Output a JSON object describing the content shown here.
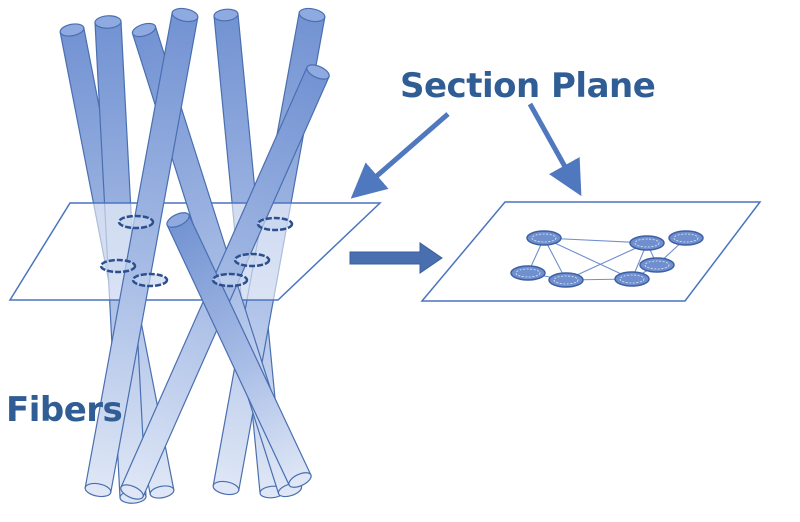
{
  "labels": {
    "section_plane": "Section Plane",
    "fibers": "Fibers"
  },
  "colors": {
    "fiber_light": "#dfe7f6",
    "fiber_mid": "#a8bde6",
    "fiber_dark": "#7292d2",
    "outline": "#4a6fb0",
    "arrow": "#4f78be",
    "plane_edge": "#4a74c0",
    "node_fill": "#6f8fcf",
    "text": "#2f5d94"
  },
  "network": {
    "node_count": 7,
    "edge_count": 11
  }
}
